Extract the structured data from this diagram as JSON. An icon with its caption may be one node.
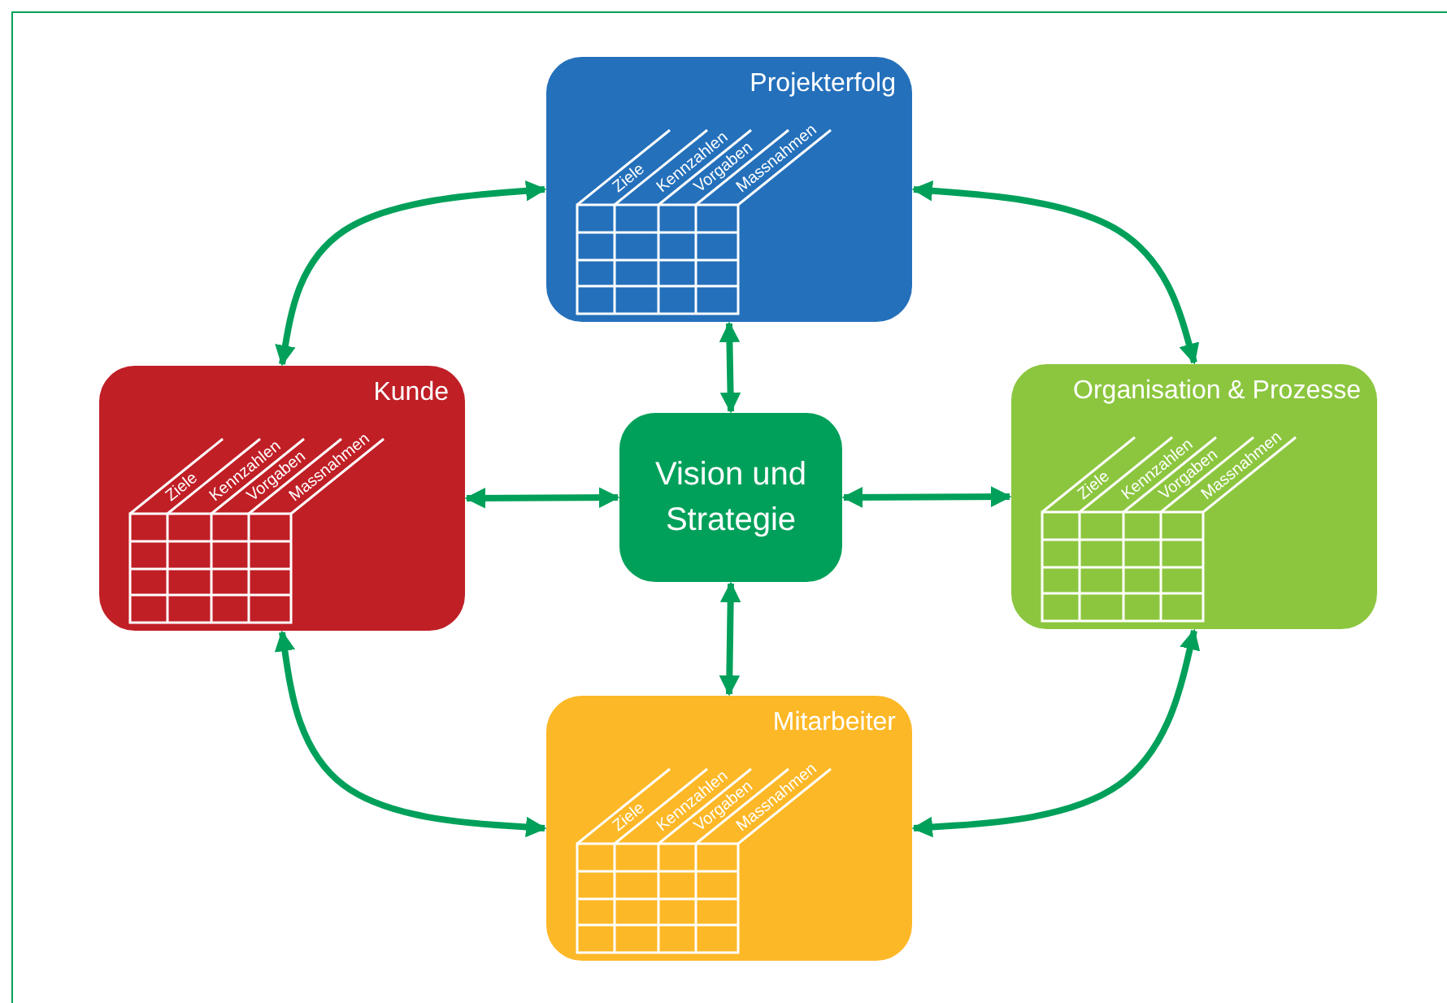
{
  "diagram": {
    "nodes": [
      {
        "text": [
          "Projekterfolg",
          "Ziele",
          "Kennzahlen",
          "Vorgaben",
          "Massnahmen"
        ]
      },
      {
        "text": [
          "Kunde",
          "Ziele",
          "Kennzahlen",
          "Vorgaben",
          "Massnahmen"
        ]
      },
      {
        "text": [
          "Vision und Strategie"
        ]
      },
      {
        "text": [
          "Organisation & Prozesse",
          "Ziele",
          "Kennzahlen",
          "Vorgaben",
          "Massnahmen"
        ]
      },
      {
        "text": [
          "Mitarbeiter",
          "Ziele",
          "Kennzahlen",
          "Vorgaben",
          "Massnahmen"
        ]
      }
    ],
    "edges": [
      {
        "from": 0,
        "to": 1,
        "arrow": "both"
      },
      {
        "from": 0,
        "to": 3,
        "arrow": "both"
      },
      {
        "from": 0,
        "to": 2,
        "arrow": "both"
      },
      {
        "from": 1,
        "to": 2,
        "arrow": "both"
      },
      {
        "from": 2,
        "to": 3,
        "arrow": "both"
      },
      {
        "from": 2,
        "to": 4,
        "arrow": "both"
      },
      {
        "from": 1,
        "to": 4,
        "arrow": "both"
      },
      {
        "from": 3,
        "to": 4,
        "arrow": "both"
      }
    ]
  }
}
